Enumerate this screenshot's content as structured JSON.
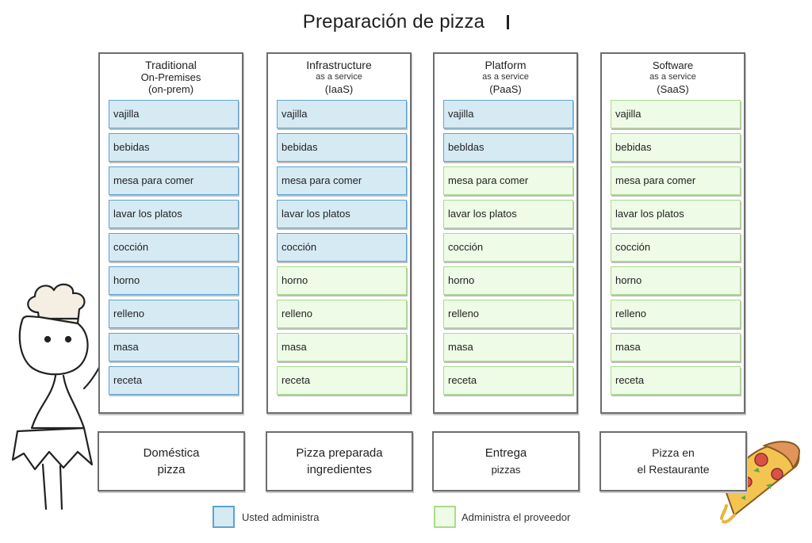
{
  "title": "Preparación de pizza",
  "columns": [
    {
      "head1": "Traditional",
      "head2": "On-Premises",
      "head3": "(on-prem)",
      "items": [
        "vajilla",
        "bebidas",
        "mesa para comer",
        "lavar los platos",
        "cocción",
        "horno",
        "relleno",
        "masa",
        "receta"
      ],
      "managed_by": [
        "you",
        "you",
        "you",
        "you",
        "you",
        "you",
        "you",
        "you",
        "you"
      ],
      "bottom1": "Doméstica",
      "bottom2": "pizza"
    },
    {
      "head1": "Infrastructure",
      "head2": "as a service",
      "head3": "(IaaS)",
      "items": [
        "vajilla",
        "bebidas",
        "mesa para comer",
        "lavar los platos",
        "cocción",
        "horno",
        "relleno",
        "masa",
        "receta"
      ],
      "managed_by": [
        "you",
        "you",
        "you",
        "you",
        "you",
        "provider",
        "provider",
        "provider",
        "provider"
      ],
      "bottom1": "Pizza preparada",
      "bottom2": "ingredientes"
    },
    {
      "head1": "Platform",
      "head2": "as a service",
      "head3": "(PaaS)",
      "items": [
        "vajilla",
        "bebldas",
        "mesa para comer",
        "lavar los platos",
        "cocción",
        "horno",
        "relleno",
        "masa",
        "receta"
      ],
      "managed_by": [
        "you",
        "you",
        "provider",
        "provider",
        "provider",
        "provider",
        "provider",
        "provider",
        "provider"
      ],
      "bottom1": "Entrega",
      "bottom2": "pizzas"
    },
    {
      "head1": "Software",
      "head2": "as a service",
      "head3": "(SaaS)",
      "items": [
        "vajilla",
        "bebidas",
        "mesa para comer",
        "lavar los platos",
        "cocción",
        "horno",
        "relleno",
        "masa",
        "receta"
      ],
      "managed_by": [
        "provider",
        "provider",
        "provider",
        "provider",
        "provider",
        "provider",
        "provider",
        "provider",
        "provider"
      ],
      "bottom1": "Pizza en",
      "bottom2": "el Restaurante"
    }
  ],
  "legend": {
    "you": "Usted administra",
    "provider": "Administra el proveedor"
  },
  "colors": {
    "you_fill": "#d6eaf4",
    "you_border": "#5aa4d4",
    "provider_fill": "#eefbe6",
    "provider_border": "#a9dc8a"
  }
}
